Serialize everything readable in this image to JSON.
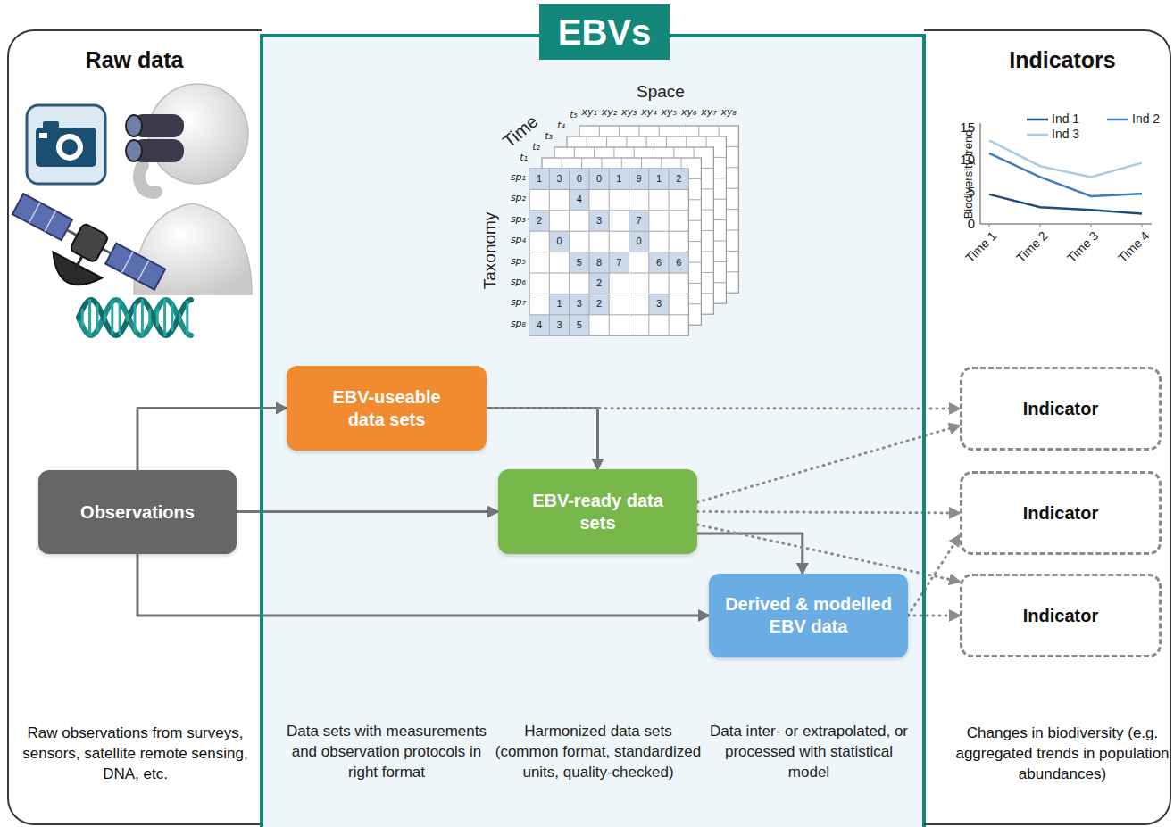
{
  "diagram": {
    "nodes": [
      {
        "text": [
          "Raw data",
          "Raw observations from surveys, sensors, satellite remote sensing, DNA, etc."
        ]
      },
      {
        "text": [
          "EBVs"
        ]
      },
      {
        "text": [
          "Indicators",
          "Changes in biodiversity (e.g. aggregated trends in population abundances)"
        ]
      },
      {
        "text": [
          "Observations"
        ],
        "in": 0
      },
      {
        "text": [
          "EBV-useable data sets"
        ],
        "in": 1
      },
      {
        "text": [
          "EBV-ready data sets"
        ],
        "in": 1
      },
      {
        "text": [
          "Derived & modelled EBV data"
        ],
        "in": 1
      },
      {
        "text": [
          "Indicator"
        ],
        "in": 2
      },
      {
        "text": [
          "Indicator"
        ],
        "in": 2
      },
      {
        "text": [
          "Indicator"
        ],
        "in": 2
      }
    ],
    "edges": [
      {
        "from": 3,
        "to": 4,
        "arrow": "to"
      },
      {
        "from": 3,
        "to": 5,
        "arrow": "to"
      },
      {
        "from": 3,
        "to": 6,
        "arrow": "to"
      },
      {
        "from": 4,
        "to": 5,
        "arrow": "to"
      },
      {
        "from": 5,
        "to": 6,
        "arrow": "to"
      },
      {
        "from": 4,
        "to": 7,
        "arrow": "to"
      },
      {
        "from": 5,
        "to": 7,
        "arrow": "to"
      },
      {
        "from": 5,
        "to": 8,
        "arrow": "to"
      },
      {
        "from": 5,
        "to": 9,
        "arrow": "to"
      },
      {
        "from": 6,
        "to": 8,
        "arrow": "to"
      },
      {
        "from": 6,
        "to": 9,
        "arrow": "to"
      }
    ],
    "labels": [
      "Space",
      "Time",
      "t₅",
      "t₄",
      "t₃",
      "t₂",
      "t₁",
      "xy₁",
      "xy₂",
      "xy₃",
      "xy₄",
      "xy₅",
      "xy₆",
      "xy₇",
      "xy₈",
      "Taxonomy",
      "sp₁",
      "sp₂",
      "sp₃",
      "sp₄",
      "sp₅",
      "sp₆",
      "sp₇",
      "sp₈",
      "1",
      "3",
      "0",
      "0",
      "1",
      "9",
      "1",
      "2",
      "4",
      "2",
      "3",
      "7",
      "0",
      "0",
      "5",
      "8",
      "7",
      "6",
      "6",
      "2",
      "1",
      "3",
      "2",
      "3",
      "4",
      "3",
      "5",
      "Biodiversity trend",
      "15",
      "10",
      "5",
      "0",
      "Time 1",
      "Time 2",
      "Time 3",
      "Time 4",
      "Data sets with measurements and observation protocols in right format",
      "Harmonized data sets (common format, standardized units, quality-checked)",
      "Data inter- or extrapolated, or processed with statistical model"
    ],
    "legend": [
      {
        "text": "Ind 1"
      },
      {
        "text": "Ind 2"
      },
      {
        "text": "Ind 3"
      }
    ]
  }
}
